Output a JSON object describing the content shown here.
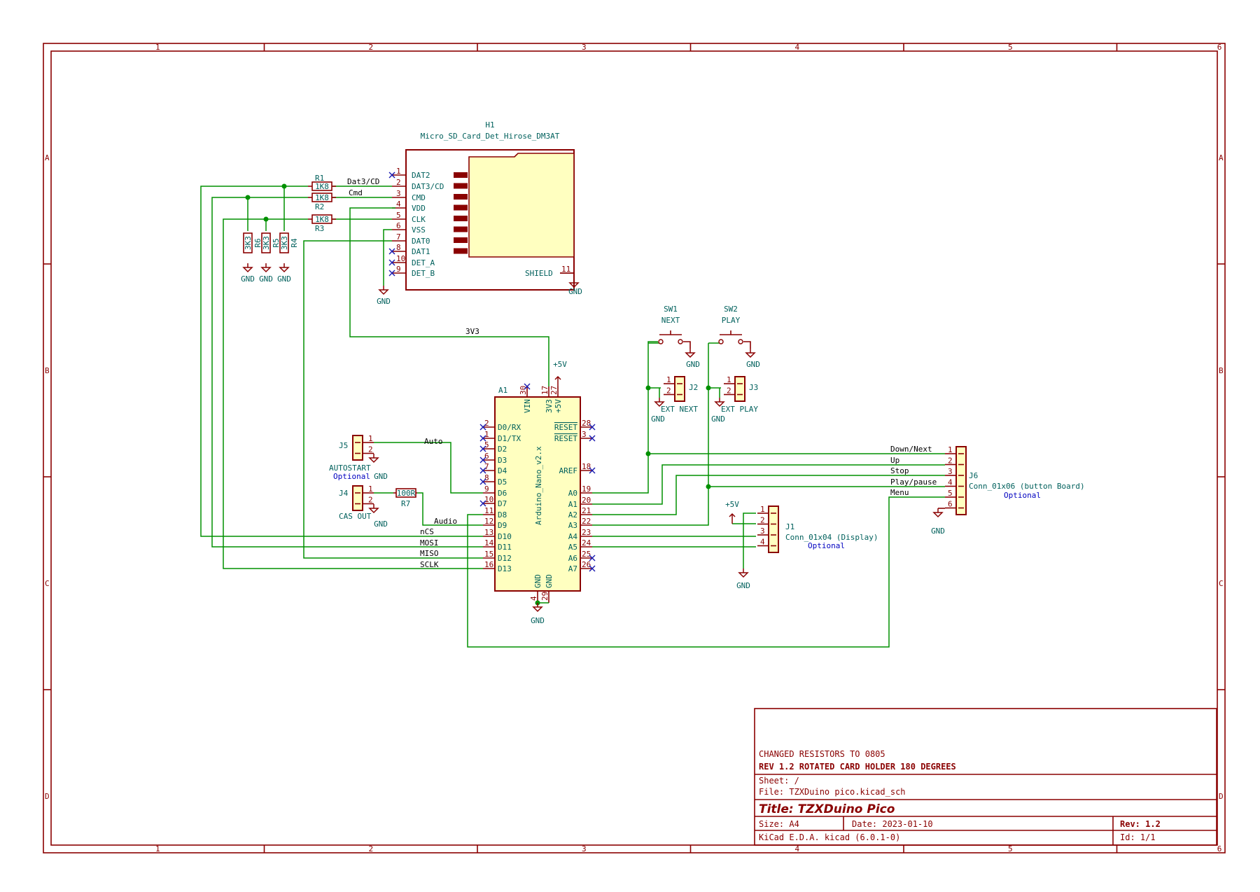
{
  "title_block": {
    "comment1": "CHANGED RESISTORS TO 0805",
    "comment2": "REV 1.2 ROTATED CARD HOLDER 180 DEGREES",
    "sheet": "Sheet: /",
    "file": "File: TZXDuino pico.kicad_sch",
    "title": "Title: TZXDuino Pico",
    "size": "Size: A4",
    "date": "Date: 2023-01-10",
    "rev": "Rev: 1.2",
    "tool": "KiCad E.D.A.  kicad (6.0.1-0)",
    "id": "Id: 1/1"
  },
  "frame": {
    "columns": [
      "1",
      "2",
      "3",
      "4",
      "5",
      "6"
    ],
    "rows": [
      "A",
      "B",
      "C",
      "D"
    ]
  },
  "components": {
    "h1": {
      "ref": "H1",
      "value": "Micro_SD_Card_Det_Hirose_DM3AT",
      "pins": [
        {
          "num": "1",
          "name": "DAT2"
        },
        {
          "num": "2",
          "name": "DAT3/CD"
        },
        {
          "num": "3",
          "name": "CMD"
        },
        {
          "num": "4",
          "name": "VDD"
        },
        {
          "num": "5",
          "name": "CLK"
        },
        {
          "num": "6",
          "name": "VSS"
        },
        {
          "num": "7",
          "name": "DAT0"
        },
        {
          "num": "8",
          "name": "DAT1"
        },
        {
          "num": "10",
          "name": "DET_A"
        },
        {
          "num": "9",
          "name": "DET_B"
        }
      ],
      "shield_name": "SHIELD",
      "shield_num": "11"
    },
    "a1": {
      "ref": "A1",
      "value": "Arduino_Nano_v2.x",
      "left_pins": [
        {
          "num": "2",
          "name": "D0/RX"
        },
        {
          "num": "1",
          "name": "D1/TX"
        },
        {
          "num": "5",
          "name": "D2"
        },
        {
          "num": "6",
          "name": "D3"
        },
        {
          "num": "7",
          "name": "D4"
        },
        {
          "num": "8",
          "name": "D5"
        },
        {
          "num": "9",
          "name": "D6"
        },
        {
          "num": "10",
          "name": "D7"
        },
        {
          "num": "11",
          "name": "D8"
        },
        {
          "num": "12",
          "name": "D9"
        },
        {
          "num": "13",
          "name": "D10"
        },
        {
          "num": "14",
          "name": "D11"
        },
        {
          "num": "15",
          "name": "D12"
        },
        {
          "num": "16",
          "name": "D13"
        }
      ],
      "right_pins": [
        {
          "num": "28",
          "name": "RESET"
        },
        {
          "num": "3",
          "name": "RESET"
        },
        {
          "num": "18",
          "name": "AREF"
        },
        {
          "num": "19",
          "name": "A0"
        },
        {
          "num": "20",
          "name": "A1"
        },
        {
          "num": "21",
          "name": "A2"
        },
        {
          "num": "22",
          "name": "A3"
        },
        {
          "num": "23",
          "name": "A4"
        },
        {
          "num": "24",
          "name": "A5"
        },
        {
          "num": "25",
          "name": "A6"
        },
        {
          "num": "26",
          "name": "A7"
        }
      ],
      "top_pins": [
        {
          "num": "30",
          "name": "VIN"
        },
        {
          "num": "17",
          "name": "3V3"
        },
        {
          "num": "27",
          "name": "+5V"
        }
      ],
      "bottom_pins": [
        {
          "num": "4",
          "name": "GND"
        },
        {
          "num": "29",
          "name": "GND"
        }
      ]
    },
    "r1": {
      "ref": "R1",
      "value": "1K8"
    },
    "r2": {
      "ref": "R2",
      "value": "1K8"
    },
    "r3": {
      "ref": "R3",
      "value": "1K8"
    },
    "r4": {
      "ref": "R4",
      "value": "3K3"
    },
    "r5": {
      "ref": "R5",
      "value": "3K3"
    },
    "r6": {
      "ref": "R6",
      "value": "3K3"
    },
    "r7": {
      "ref": "R7",
      "value": "100R"
    },
    "sw1": {
      "ref": "SW1",
      "value": "NEXT"
    },
    "sw2": {
      "ref": "SW2",
      "value": "PLAY"
    },
    "j2": {
      "ref": "J2",
      "value": "EXT NEXT"
    },
    "j3": {
      "ref": "J3",
      "value": "EXT PLAY"
    },
    "j5": {
      "ref": "J5",
      "value": "AUTOSTART",
      "note": "Optional"
    },
    "j4": {
      "ref": "J4",
      "value": "CAS OUT"
    },
    "j1": {
      "ref": "J1",
      "value": "Conn_01x04 (Display)",
      "note": "Optional"
    },
    "j6": {
      "ref": "J6",
      "value": "Conn_01x06 (button Board)",
      "note": "Optional"
    }
  },
  "power": {
    "gnd": "GND",
    "vcc": "+5V"
  },
  "nets": {
    "dat3": "Dat3/CD",
    "cmd": "Cmd",
    "v33": "3V3",
    "auto": "Auto",
    "audio": "Audio",
    "ncs": "nCS",
    "mosi": "MOSI",
    "miso": "MISO",
    "sclk": "SCLK",
    "down": "Down/Next",
    "up": "Up",
    "stop": "Stop",
    "play": "Play/pause",
    "menu": "Menu"
  }
}
